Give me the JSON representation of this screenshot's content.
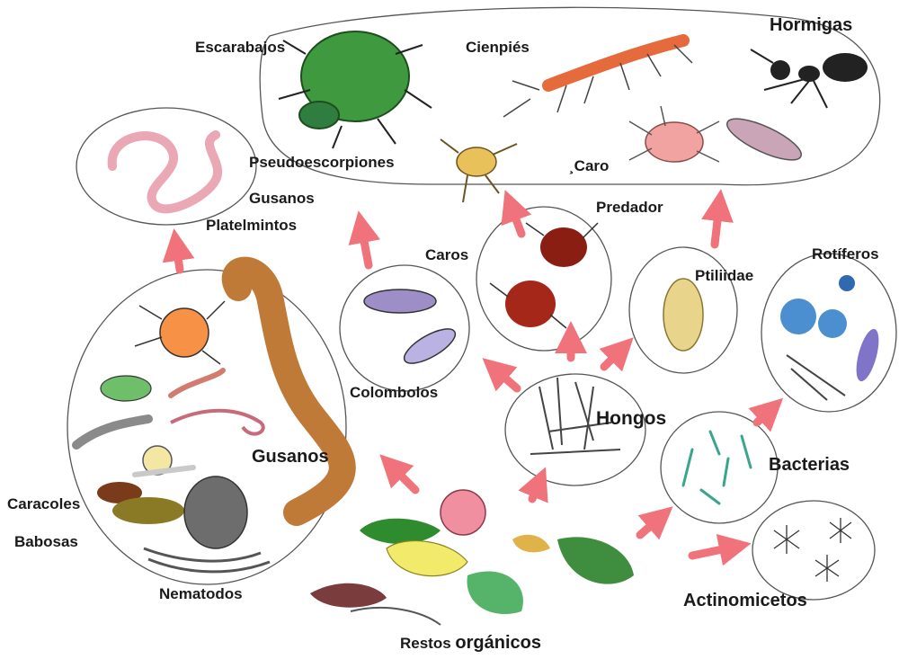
{
  "labels": {
    "escarabajos": "Escarabajos",
    "cienpies": "Cienpiés",
    "hormigas": "Hormigas",
    "pseudoescorpiones": "Pseudoescorpiones",
    "caro_predador_top": "¸Caro",
    "predador": "Predador",
    "gusanos_top": "Gusanos",
    "platelmintos": "Platelmintos",
    "caros": "Caros",
    "ptiliidae": "Ptiliidae",
    "rotiferos": "Rotíferos",
    "colombolos": "Colombolos",
    "hongos": "Hongos",
    "gusanos": "Gusanos",
    "bacterias": "Bacterias",
    "caracoles": "Caracoles",
    "babosas": "Babosas",
    "nematodos": "Nematodos",
    "actinomicetos": "Actinomicetos",
    "restos_a": "Restos ",
    "restos_b": "orgánicos"
  },
  "colors": {
    "arrow": "#f0727a",
    "outline": "#555555"
  }
}
